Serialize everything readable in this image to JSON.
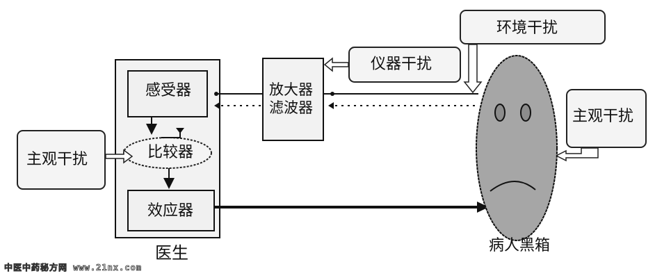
{
  "diagram": {
    "doctor": {
      "label": "医生",
      "receptor": "感受器",
      "comparator": "比较器",
      "effector": "效应器"
    },
    "amplifier": {
      "line1": "放大器",
      "line2": "滤波器"
    },
    "disturbances": {
      "subjective_left": "主观干扰",
      "instrument": "仪器干扰",
      "environment": "环境干扰",
      "subjective_right": "主观干扰"
    },
    "patient": {
      "label": "病人黑箱"
    }
  },
  "watermark": "中医中药秘方网 www.21nx.com"
}
